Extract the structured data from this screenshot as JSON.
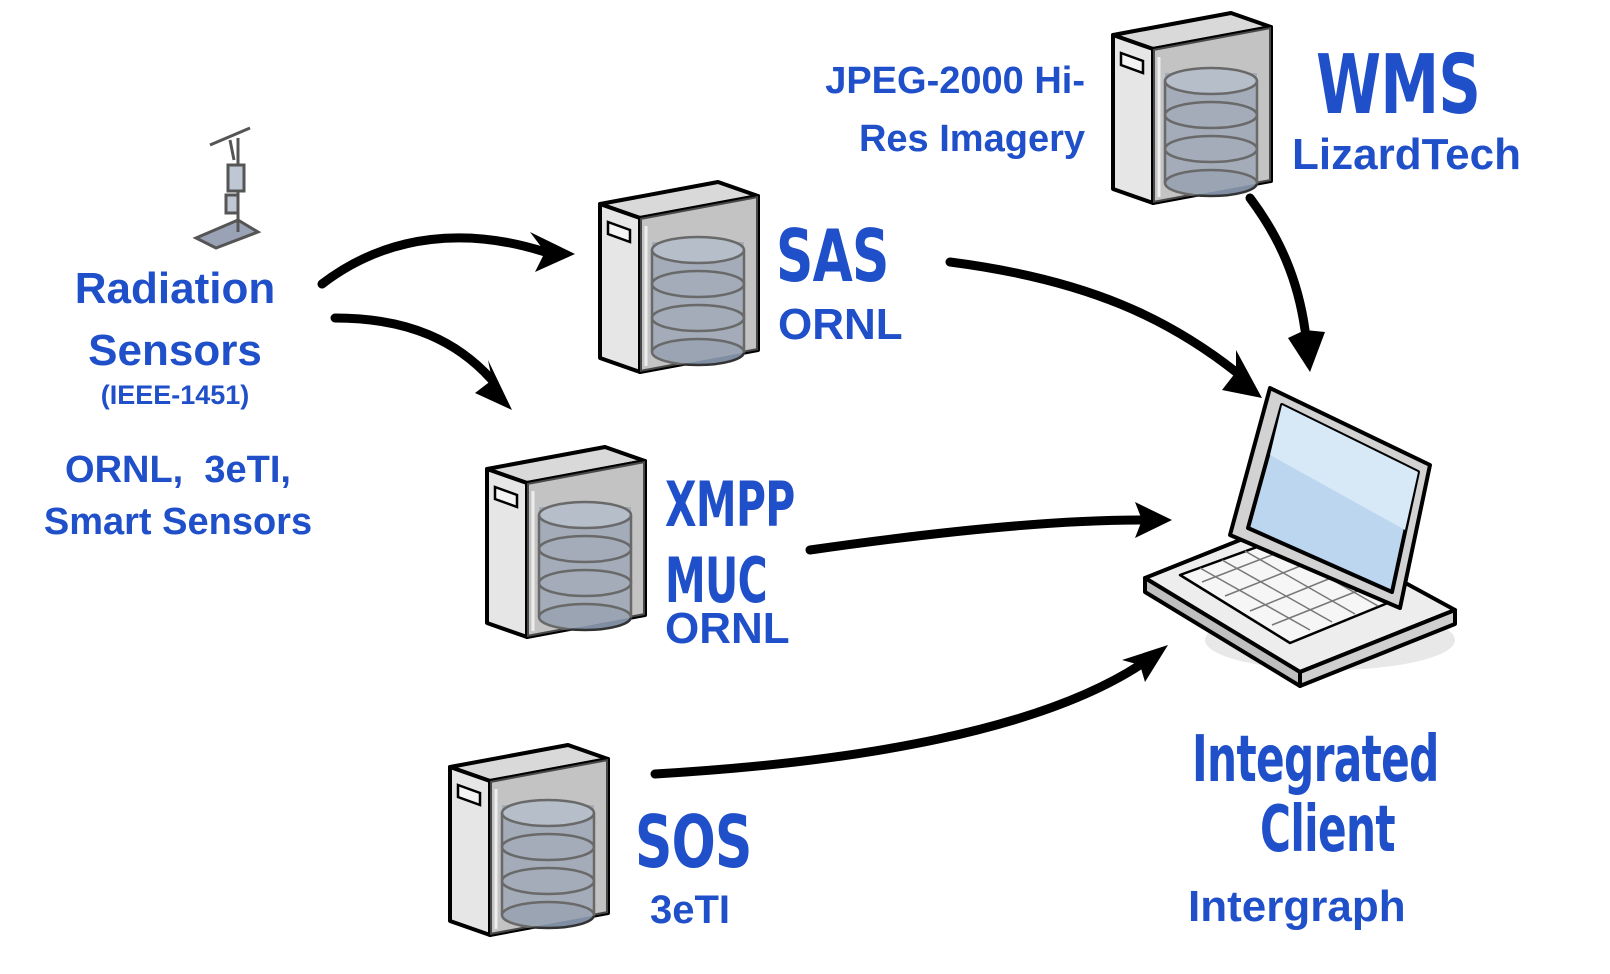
{
  "colors": {
    "label": "#1f4fc9",
    "arrow": "#000000",
    "server": "#c9c9c9"
  },
  "nodes": {
    "radiation": {
      "title_line1": "Radiation",
      "title_line2": "Sensors",
      "standard": "(IEEE-1451)",
      "providers_line1": "ORNL,  3eTI,",
      "providers_line2": "Smart Sensors",
      "icon": "weather-station-icon"
    },
    "sas": {
      "name": "SAS",
      "org": "ORNL",
      "icon": "server-icon"
    },
    "xmpp": {
      "name_line1": "XMPP",
      "name_line2": "MUC",
      "org": "ORNL",
      "icon": "server-icon"
    },
    "sos": {
      "name": "SOS",
      "org": "3eTI",
      "icon": "server-icon"
    },
    "wms": {
      "name": "WMS",
      "org": "LizardTech",
      "data_line1": "JPEG-2000 Hi-",
      "data_line2": "Res Imagery",
      "icon": "server-icon"
    },
    "client": {
      "name_line1": "Integrated",
      "name_line2": "Client",
      "org": "Intergraph",
      "icon": "laptop-icon"
    }
  }
}
